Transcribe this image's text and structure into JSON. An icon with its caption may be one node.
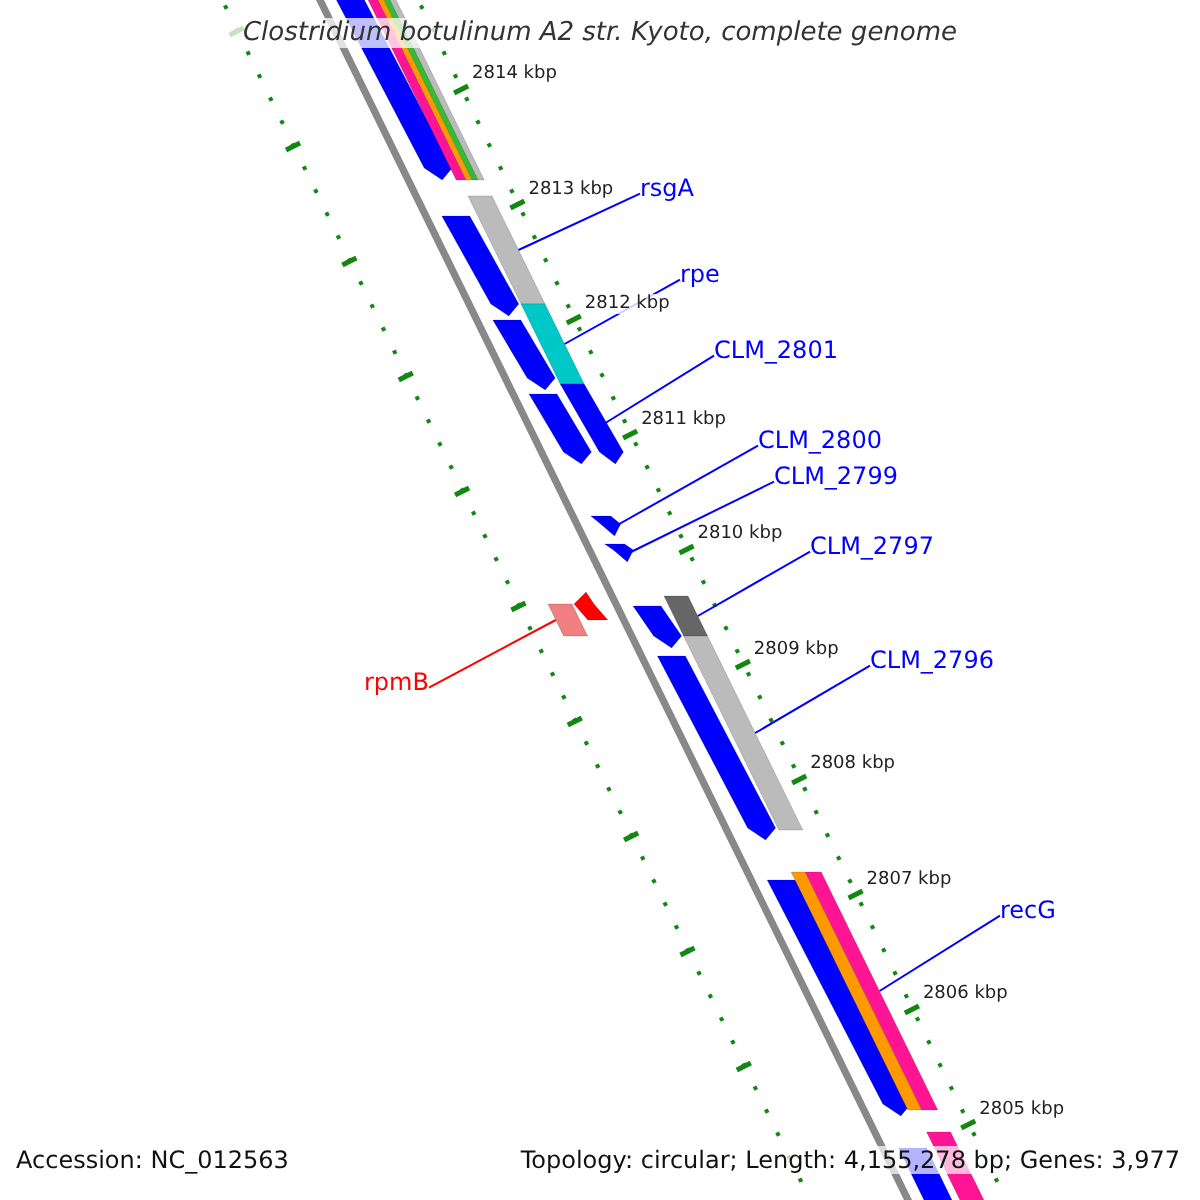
{
  "diagram": {
    "title": "Clostridium botulinum A2 str. Kyoto, complete genome",
    "nodes": [
      {
        "text": [
          "rsgA"
        ]
      },
      {
        "text": [
          "rpe"
        ]
      },
      {
        "text": [
          "CLM_2801"
        ]
      },
      {
        "text": [
          "CLM_2800"
        ]
      },
      {
        "text": [
          "CLM_2799"
        ]
      },
      {
        "text": [
          "CLM_2797"
        ]
      },
      {
        "text": [
          "CLM_2796"
        ]
      },
      {
        "text": [
          "rpmB"
        ]
      },
      {
        "text": [
          "recG"
        ]
      },
      {
        "text": [],
        "shape": "bar"
      },
      {
        "text": [],
        "shape": "bar"
      },
      {
        "text": [],
        "shape": "bar"
      },
      {
        "text": [],
        "shape": "bar"
      },
      {
        "text": [],
        "shape": "bar"
      },
      {
        "text": [],
        "shape": "bar"
      },
      {
        "text": [],
        "shape": "bar"
      },
      {
        "text": [],
        "shape": "bar"
      },
      {
        "text": [],
        "shape": "bar"
      }
    ],
    "edges": [
      {
        "from": 0,
        "to": 9,
        "arrow": "none"
      },
      {
        "from": 1,
        "to": 10,
        "arrow": "none"
      },
      {
        "from": 2,
        "to": 11,
        "arrow": "none"
      },
      {
        "from": 3,
        "to": 12,
        "arrow": "none"
      },
      {
        "from": 4,
        "to": 13,
        "arrow": "none"
      },
      {
        "from": 5,
        "to": 14,
        "arrow": "none"
      },
      {
        "from": 6,
        "to": 15,
        "arrow": "none"
      },
      {
        "from": 7,
        "to": 16,
        "arrow": "none",
        "color": "#ff0000"
      },
      {
        "from": 8,
        "to": 17,
        "arrow": "none"
      }
    ],
    "labels": [
      "2814 kbp",
      "2813 kbp",
      "2812 kbp",
      "2811 kbp",
      "2810 kbp",
      "2809 kbp",
      "2808 kbp",
      "2807 kbp",
      "2806 kbp",
      "2805 kbp",
      "Accession: NC_012563",
      "Topology: circular; Length: 4,155,278 bp; Genes: 3,977"
    ]
  }
}
